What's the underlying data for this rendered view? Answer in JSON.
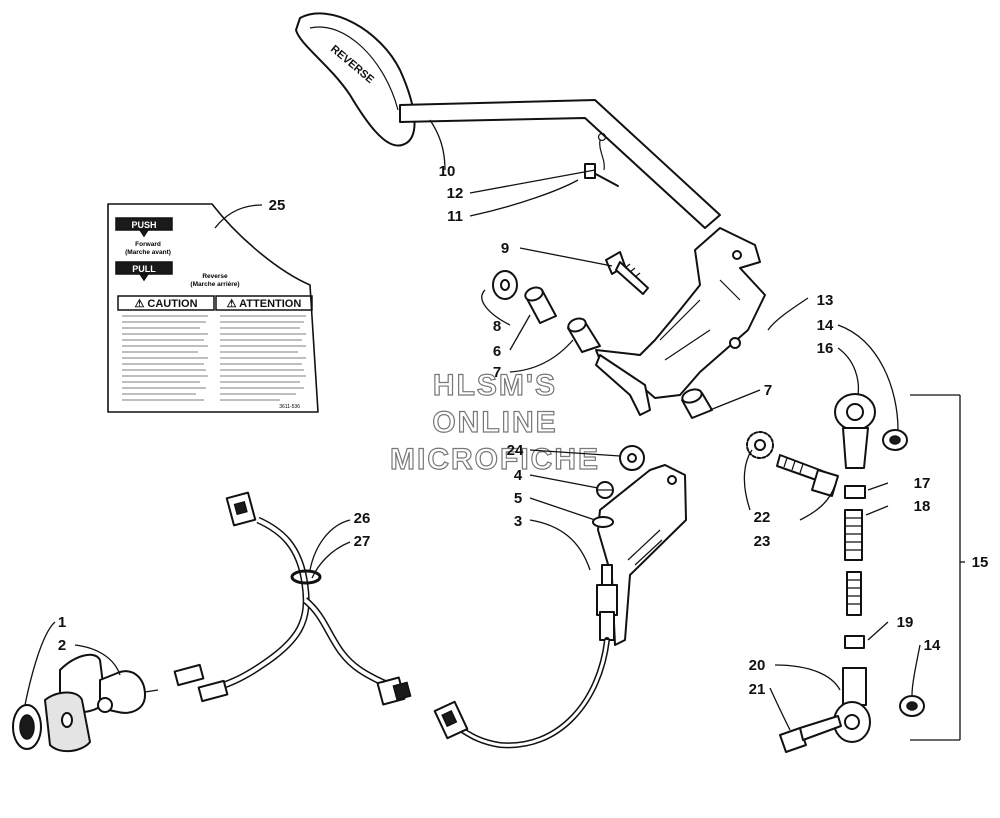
{
  "watermark": {
    "line1": "HLSM'S",
    "line2": "ONLINE",
    "line3": "MICROFICHE"
  },
  "handle_text": "REVERSE",
  "decal": {
    "push": "PUSH",
    "forward": "Forward",
    "forward_fr": "(Marche avant)",
    "pull": "PULL",
    "reverse": "Reverse",
    "reverse_fr": "(Marche arrière)",
    "caution": "⚠ CAUTION",
    "attention": "⚠ ATTENTION",
    "part_code": "3611-536"
  },
  "callouts": {
    "c1": "1",
    "c2": "2",
    "c3": "3",
    "c4": "4",
    "c5": "5",
    "c6": "6",
    "c7a": "7",
    "c7b": "7",
    "c8": "8",
    "c9": "9",
    "c10": "10",
    "c11": "11",
    "c12": "12",
    "c13": "13",
    "c14a": "14",
    "c14b": "14",
    "c15": "15",
    "c16": "16",
    "c17": "17",
    "c18": "18",
    "c19": "19",
    "c20": "20",
    "c21": "21",
    "c22": "22",
    "c23": "23",
    "c24": "24",
    "c25": "25",
    "c26": "26",
    "c27": "27"
  }
}
